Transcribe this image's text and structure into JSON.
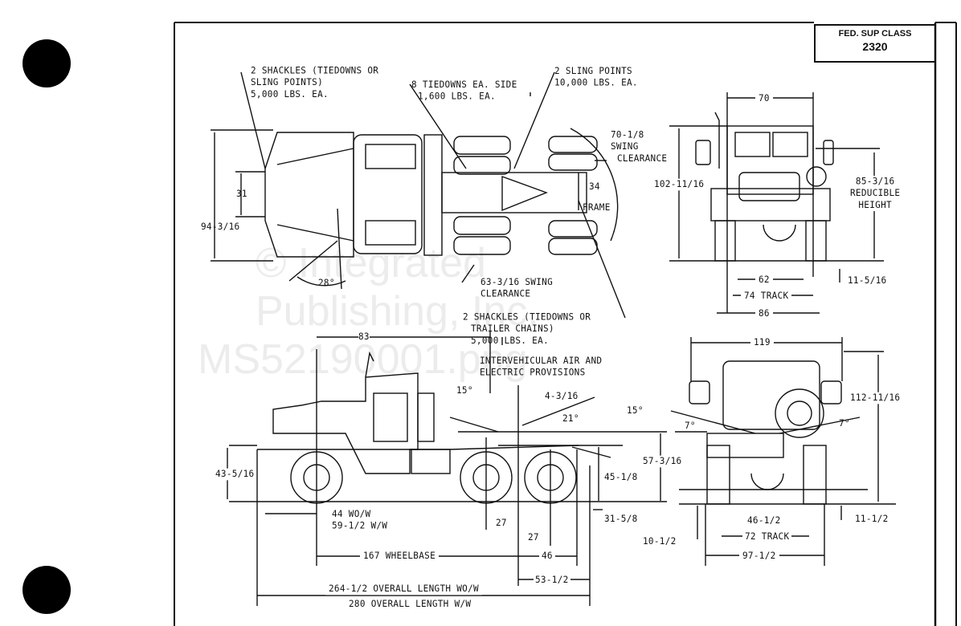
{
  "fed_sup_class": {
    "title": "FED. SUP CLASS",
    "value": "2320"
  },
  "watermark": [
    "© Integrated",
    "Publishing, Inc.",
    "MS52190001.png"
  ],
  "top_view": {
    "shackles_front": [
      "2 SHACKLES (TIEDOWNS OR",
      "SLING POINTS)",
      "5,000 LBS. EA."
    ],
    "tiedowns": [
      "8 TIEDOWNS EA. SIDE",
      "1,600 LBS. EA."
    ],
    "sling_points": [
      "2 SLING POINTS",
      "10,000 LBS. EA."
    ],
    "swing_clearance_rear": [
      "70-1/8",
      "SWING",
      "CLEARANCE"
    ],
    "frame_width": "34",
    "frame_label": "FRAME",
    "dim_31": "31",
    "overall_width": "94-3/16",
    "steer_angle": "28°",
    "swing_clearance_front": [
      "63-3/16 SWING",
      "CLEARANCE"
    ],
    "shackles_rear": [
      "2 SHACKLES (TIEDOWNS OR",
      "TRAILER CHAINS)",
      "5,000 LBS. EA."
    ]
  },
  "side_view": {
    "cab_dim": "83",
    "intervehicular": [
      "INTERVEHICULAR AIR AND",
      "ELECTRIC PROVISIONS"
    ],
    "angle_15a": "15°",
    "dim_4_3_16": "4-3/16",
    "angle_21": "21°",
    "angle_15b": "15°",
    "front_height": "43-5/16",
    "fifth_wheel_height": "57-3/16",
    "dim_45_1_8": "45-1/8",
    "dim_31_5_8": "31-5/8",
    "front_overhang": [
      "44 WO/W",
      "59-1/2 W/W"
    ],
    "dim_27a": "27",
    "dim_27b": "27",
    "wheelbase": "167 WHEELBASE",
    "dim_46": "46",
    "dim_53_1_2": "53-1/2",
    "overall_wow": "264-1/2 OVERALL LENGTH WO/W",
    "overall_ww": "280 OVERALL LENGTH  W/W"
  },
  "front_view": {
    "width_70": "70",
    "height": "102-11/16",
    "reducible": [
      "85-3/16",
      "REDUCIBLE",
      "HEIGHT"
    ],
    "dim_62": "62",
    "track": "74 TRACK",
    "dim_86": "86",
    "clearance": "11-5/16"
  },
  "rear_view": {
    "width_119": "119",
    "height": "112-11/16",
    "angle_left": "7°",
    "angle_right": "7°",
    "dim_46_1_2": "46-1/2",
    "track": "72 TRACK",
    "dim_97_1_2": "97-1/2",
    "clearance": "11-1/2",
    "dim_10_1_2": "10-1/2"
  }
}
